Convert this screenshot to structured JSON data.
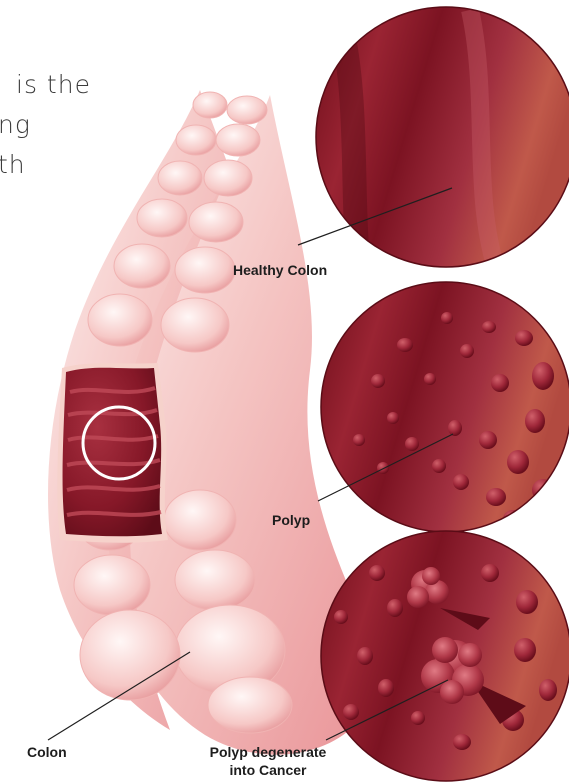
{
  "text_fragments": [
    "is the",
    "ng",
    "th"
  ],
  "labels": {
    "healthy": "Healthy Colon",
    "polyp": "Polyp",
    "cancer_line1": "Polyp degenerate",
    "cancer_line2": "into Cancer",
    "colon": "Colon"
  },
  "colors": {
    "tissue_dark": "#7a1420",
    "tissue_mid": "#a3303d",
    "tissue_light": "#c0594a",
    "colon_pink": "#f3b8b8",
    "colon_light": "#fbe6e4",
    "circle_outline": "#ffffff"
  }
}
